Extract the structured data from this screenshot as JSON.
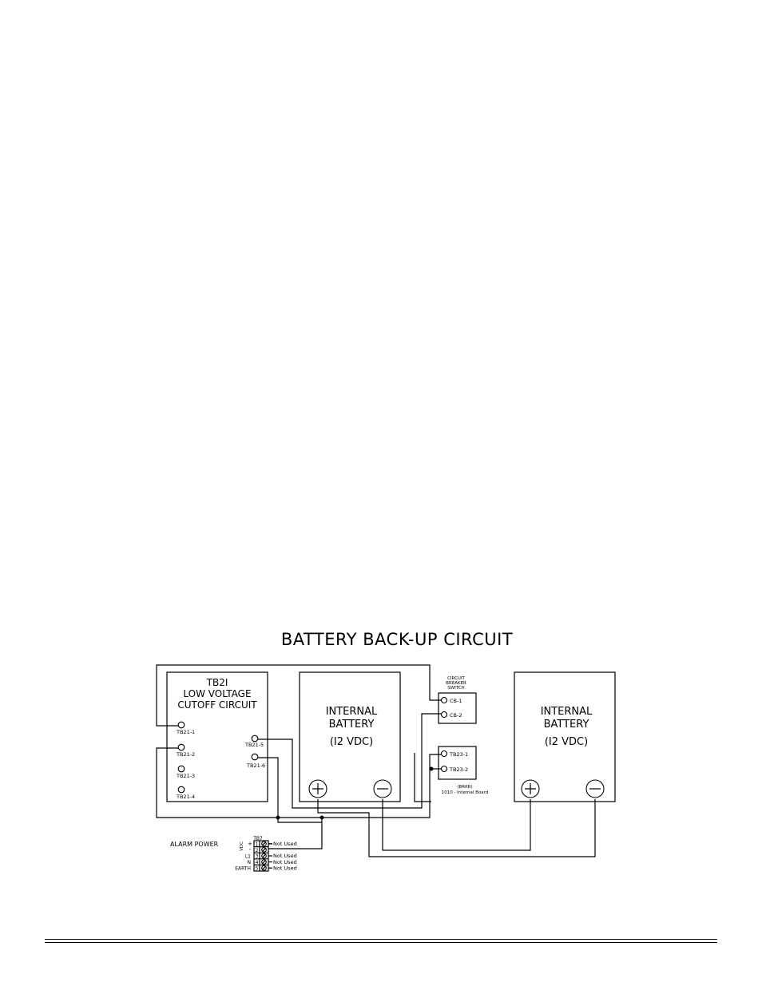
{
  "title": "BATTERY BACK-UP CIRCUIT",
  "tb21": {
    "name": "TB2I",
    "line1": "LOW VOLTAGE",
    "line2": "CUTOFF CIRCUIT",
    "terminals": [
      "TB21-1",
      "TB21-2",
      "TB21-3",
      "TB21-4",
      "TB21-5",
      "TB21-6"
    ]
  },
  "battery_left": {
    "line1": "INTERNAL",
    "line2": "BATTERY",
    "line3": "(I2 VDC)",
    "plus": "+",
    "minus": "−"
  },
  "battery_right": {
    "line1": "INTERNAL",
    "line2": "BATTERY",
    "line3": "(I2 VDC)",
    "plus": "+",
    "minus": "−"
  },
  "breaker": {
    "line1": "CIRCUIT",
    "line2": "BREAKER",
    "line3": "SWITCH",
    "terminals": [
      "CB-1",
      "CB-2"
    ]
  },
  "tb23": {
    "terminals": [
      "TB23-1",
      "TB23-2"
    ],
    "label1": "(BRKR)",
    "label2": "1010 - Internal Board"
  },
  "alarm": {
    "label": "ALARM POWER",
    "block": "TB7",
    "vdc_label": "VDC",
    "vdc_plus": "+",
    "vdc_minus": "-",
    "rows": [
      {
        "num": "1",
        "side": "",
        "text": "Not Used"
      },
      {
        "num": "2",
        "side": "",
        "text": ""
      },
      {
        "num": "3",
        "side": "L1",
        "text": "Not Used"
      },
      {
        "num": "4",
        "side": "N",
        "text": "Not Used"
      },
      {
        "num": "5",
        "side": "EARTH",
        "text": "Not Used"
      }
    ]
  }
}
